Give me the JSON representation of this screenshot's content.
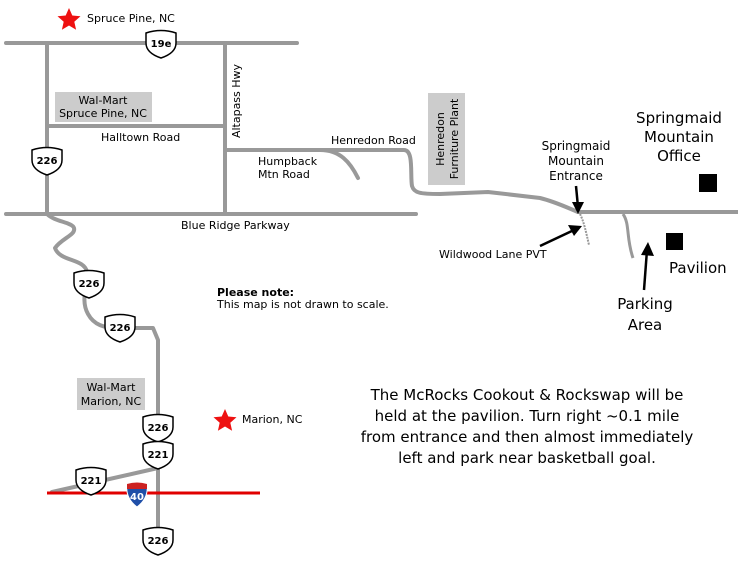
{
  "colors": {
    "road": "#999999",
    "interstate": "#e00000",
    "star": "#ee1111",
    "label_box": "#cccccc",
    "i_shield_blue": "#1f4fa8",
    "i_shield_red": "#cc2222"
  },
  "places": {
    "spruce_pine": "Spruce Pine, NC",
    "marion": "Marion, NC"
  },
  "boxes": {
    "walmart_spruce_line1": "Wal-Mart",
    "walmart_spruce_line2": "Spruce Pine, NC",
    "walmart_marion_line1": "Wal-Mart",
    "walmart_marion_line2": "Marion, NC",
    "henredon_plant_line1": "Henredon",
    "henredon_plant_line2": "Furniture Plant"
  },
  "roads": {
    "halltown": "Halltown Road",
    "blue_ridge": "Blue Ridge Parkway",
    "altapass": "Altapass Hwy",
    "humpback_line1": "Humpback",
    "humpback_line2": "Mtn Road",
    "henredon_road": "Henredon Road",
    "wildwood": "Wildwood Lane PVT"
  },
  "shields": {
    "us19e": "19e",
    "us226": "226",
    "us221": "221",
    "i40": "40"
  },
  "landmarks": {
    "entrance_line1": "Springmaid",
    "entrance_line2": "Mountain",
    "entrance_line3": "Entrance",
    "office_line1": "Springmaid",
    "office_line2": "Mountain",
    "office_line3": "Office",
    "pavilion": "Pavilion",
    "parking_line1": "Parking",
    "parking_line2": "Area"
  },
  "scale_note": {
    "heading": "Please note:",
    "body": "This map is not drawn to scale."
  },
  "directions": {
    "line1": "The McRocks Cookout & Rockswap will be",
    "line2": "held at the pavilion.  Turn right ~0.1 mile",
    "line3": "from entrance and then almost immediately",
    "line4": "left and park near basketball goal."
  }
}
